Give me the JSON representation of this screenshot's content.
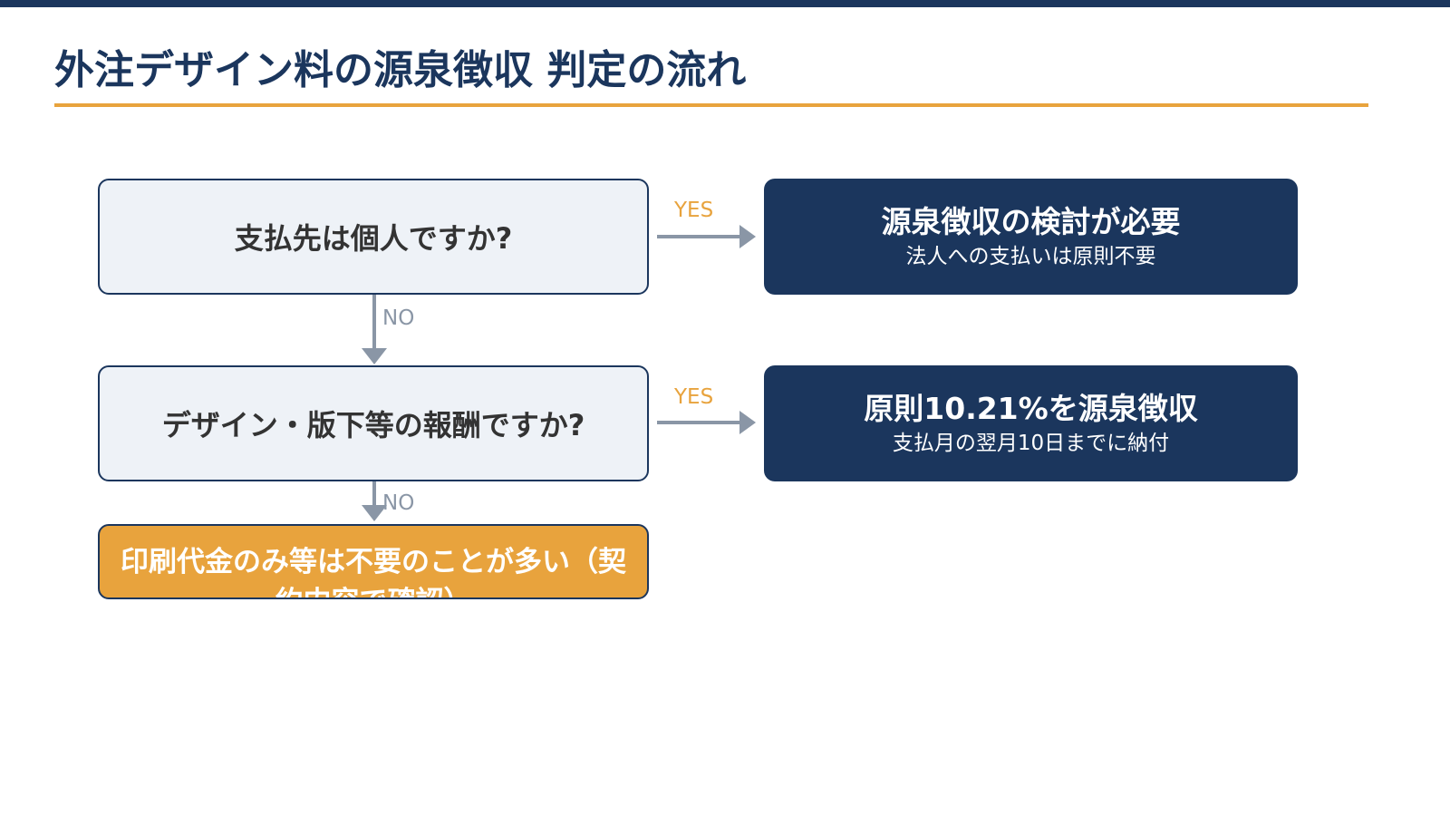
{
  "title": "外注デザイン料の源泉徴収 判定の流れ",
  "colors": {
    "primary": "#1b365d",
    "accent": "#e8a33d",
    "question_fill": "#eef2f7",
    "connector": "#8a96a6"
  },
  "flow": {
    "q1": {
      "text": "支払先は個人ですか?"
    },
    "r1": {
      "main": "源泉徴収の検討が必要",
      "sub": "法人への支払いは原則不要"
    },
    "q2": {
      "text": "デザイン・版下等の報酬ですか?"
    },
    "r2": {
      "main": "原則10.21%を源泉徴収",
      "sub": "支払月の翌月10日までに納付"
    },
    "final": {
      "text": "印刷代金のみ等は不要のことが多い（契約内容で確認）"
    },
    "labels": {
      "yes": "YES",
      "no": "NO"
    }
  }
}
